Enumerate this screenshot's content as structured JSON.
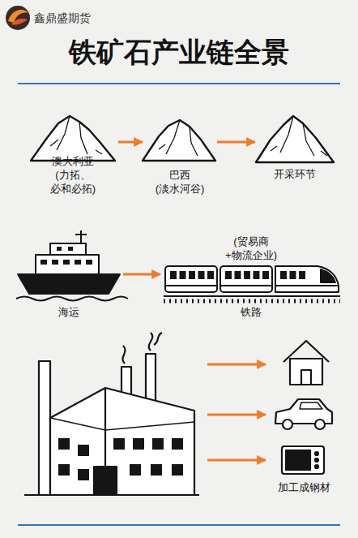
{
  "diagram": {
    "title": "铁矿石产业链全景",
    "nodes": [
      {
        "text": [
          "澳大利亚 (力拓、必和必拓)"
        ]
      },
      {
        "text": [
          "巴西 (淡水河谷)"
        ]
      },
      {
        "text": [
          "开采环节"
        ]
      },
      {
        "text": [
          "海运"
        ]
      },
      {
        "text": [
          "(贸易商+物流企业)",
          "铁路"
        ]
      },
      {
        "text": [
          "加工成钢材"
        ]
      }
    ],
    "edges": [
      {
        "from": 0,
        "to": 1,
        "arrow": "to"
      },
      {
        "from": 1,
        "to": 2,
        "arrow": "to"
      },
      {
        "from": 3,
        "to": 4,
        "arrow": "to"
      }
    ],
    "labels": [
      "鑫鼎盛期货"
    ]
  }
}
